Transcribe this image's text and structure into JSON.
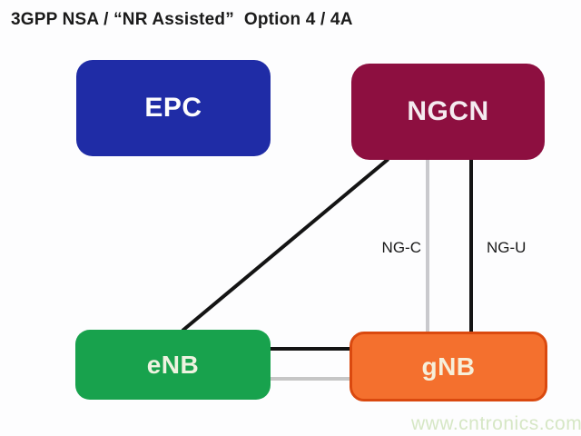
{
  "title": "3GPP NSA / “NR Assisted”  Option 4 / 4A",
  "nodes": {
    "epc": {
      "label": "EPC",
      "fill": "#1f2ca6",
      "text": "#fdfdfd"
    },
    "ngcn": {
      "label": "NGCN",
      "fill": "#8d0f40",
      "text": "#f5ebf0"
    },
    "enb": {
      "label": "eNB",
      "fill": "#18a24d",
      "text": "#eef3e0"
    },
    "gnb": {
      "label": "gNB",
      "fill": "#f4702e",
      "border": "#da490f",
      "text": "#f6efda"
    }
  },
  "links": {
    "ngcn_enb": {
      "color": "#141414"
    },
    "ngcn_gnb_ngc": {
      "label": "NG-C",
      "color": "#c9c9cd"
    },
    "ngcn_gnb_ngu": {
      "label": "NG-U",
      "color": "#141414"
    },
    "enb_gnb_x2": {
      "color": "#141414"
    },
    "enb_gnb_alt": {
      "color": "#c6c6c6"
    }
  },
  "watermark": {
    "text": "www.cntronics.com",
    "color": "#d6e7c5"
  }
}
